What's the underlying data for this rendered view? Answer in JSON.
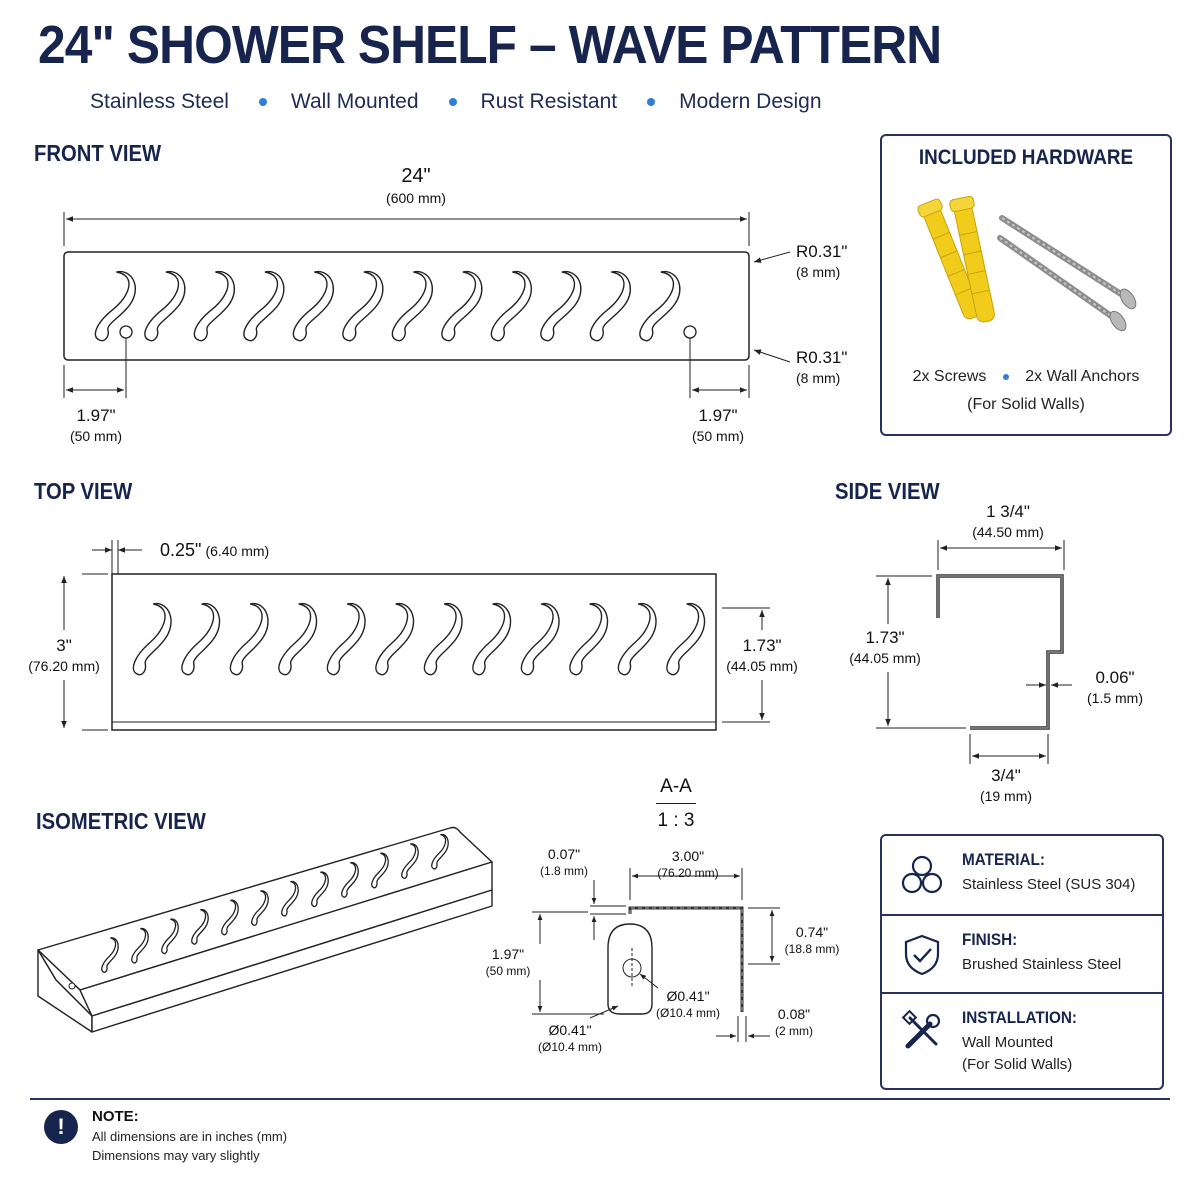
{
  "header": {
    "title": "24\" SHOWER SHELF – WAVE PATTERN",
    "tags": [
      "Stainless Steel",
      "Wall Mounted",
      "Rust Resistant",
      "Modern Design"
    ]
  },
  "front_view": {
    "label": "FRONT VIEW",
    "length_in": "24\"",
    "length_mm": "(600 mm)",
    "radius_top_in": "R0.31\"",
    "radius_top_mm": "(8 mm)",
    "radius_bottom_in": "R0.31\"",
    "radius_bottom_mm": "(8 mm)",
    "hole_left_in": "1.97\"",
    "hole_left_mm": "(50 mm)",
    "hole_right_in": "1.97\"",
    "hole_right_mm": "(50 mm)"
  },
  "hardware": {
    "title": "INCLUDED HARDWARE",
    "screws": "2x Screws",
    "anchors": "2x Wall Anchors",
    "note": "(For Solid Walls)"
  },
  "top_view": {
    "label": "TOP VIEW",
    "thickness_in": "0.25\"",
    "thickness_mm": "(6.40 mm)",
    "depth_in": "3\"",
    "depth_mm": "(76.20 mm)",
    "height_in": "1.73\"",
    "height_mm": "(44.05 mm)"
  },
  "side_view": {
    "label": "SIDE VIEW",
    "width_in": "1 3/4\"",
    "width_mm": "(44.50 mm)",
    "height_in": "1.73\"",
    "height_mm": "(44.05 mm)",
    "thickness_in": "0.06\"",
    "thickness_mm": "(1.5 mm)",
    "lip_in": "3/4\"",
    "lip_mm": "(19 mm)"
  },
  "isometric_view": {
    "label": "ISOMETRIC VIEW"
  },
  "section": {
    "label": "A-A",
    "scale": "1 : 3",
    "top_thk_in": "0.07\"",
    "top_thk_mm": "(1.8 mm)",
    "width_in": "3.00\"",
    "width_mm": "(76.20 mm)",
    "lip_in": "0.74\"",
    "lip_mm": "(18.8 mm)",
    "height_in": "1.97\"",
    "height_mm": "(50 mm)",
    "slot_in": "Ø0.41\"",
    "slot_mm": "(Ø10.4 mm)",
    "hole_in": "Ø0.41\"",
    "hole_mm": "(Ø10.4 mm)",
    "sheet_in": "0.08\"",
    "sheet_mm": "(2 mm)"
  },
  "specs": [
    {
      "icon": "material-icon",
      "label": "MATERIAL:",
      "lines": [
        "Stainless Steel (SUS 304)"
      ]
    },
    {
      "icon": "shield-check-icon",
      "label": "FINISH:",
      "lines": [
        "Brushed Stainless Steel"
      ]
    },
    {
      "icon": "tools-icon",
      "label": "INSTALLATION:",
      "lines": [
        "Wall Mounted",
        "(For Solid Walls)"
      ]
    }
  ],
  "note": {
    "title": "NOTE:",
    "lines": [
      "All dimensions are in inches (mm)",
      "Dimensions may vary slightly"
    ]
  },
  "colors": {
    "navy": "#17244d",
    "accent_dot": "#2f7fd8",
    "anchor_yellow": "#f2cc1b"
  }
}
